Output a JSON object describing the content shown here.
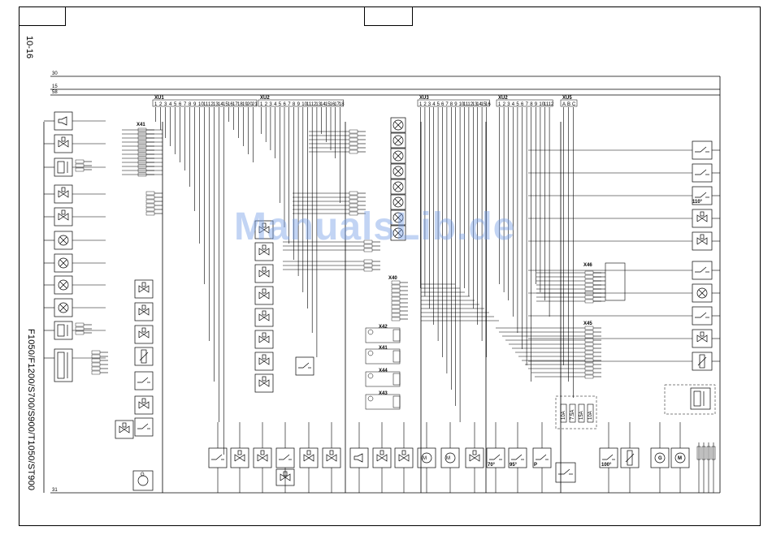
{
  "page": {
    "page_number": "10-16",
    "models": "F1050/F1200/S700/S900/T1050/ST900",
    "watermark": "ManualsLib.de"
  },
  "rails": [
    {
      "label": "30"
    },
    {
      "label": "15"
    },
    {
      "label": "58"
    },
    {
      "label": "31"
    }
  ],
  "connectors": [
    {
      "name": "XU1",
      "pins": [
        "1",
        "2",
        "3",
        "4",
        "5",
        "6",
        "7",
        "8",
        "9",
        "10",
        "11",
        "12",
        "13",
        "14",
        "15",
        "16",
        "17",
        "18",
        "19",
        "20",
        "21"
      ]
    },
    {
      "name": "XU2",
      "pins": [
        "1",
        "2",
        "3",
        "4",
        "5",
        "6",
        "7",
        "8",
        "9",
        "10",
        "11",
        "12",
        "13",
        "14",
        "15",
        "16",
        "17",
        "18"
      ]
    },
    {
      "name": "XU3",
      "pins": [
        "1",
        "2",
        "3",
        "4",
        "5",
        "6",
        "7",
        "8",
        "9",
        "10",
        "11",
        "12",
        "13",
        "14",
        "15",
        "16"
      ]
    },
    {
      "name": "XU2",
      "pins": [
        "1",
        "2",
        "3",
        "4",
        "5",
        "6",
        "7",
        "8",
        "9",
        "10",
        "11",
        "12"
      ]
    },
    {
      "name": "XU5",
      "pins": [
        "A",
        "B",
        "C"
      ]
    },
    {
      "name": "X41"
    },
    {
      "name": "X40"
    },
    {
      "name": "X42"
    },
    {
      "name": "X41"
    },
    {
      "name": "X44"
    },
    {
      "name": "X43"
    },
    {
      "name": "X46"
    },
    {
      "name": "X45"
    }
  ],
  "components": {
    "fuses": [
      "10A",
      "7.5A",
      "15A",
      "10A"
    ],
    "temp_switch_labels": [
      "70°",
      "95°",
      "P",
      "100°",
      "110°"
    ],
    "generator_label": "G",
    "motor_label": "M"
  }
}
